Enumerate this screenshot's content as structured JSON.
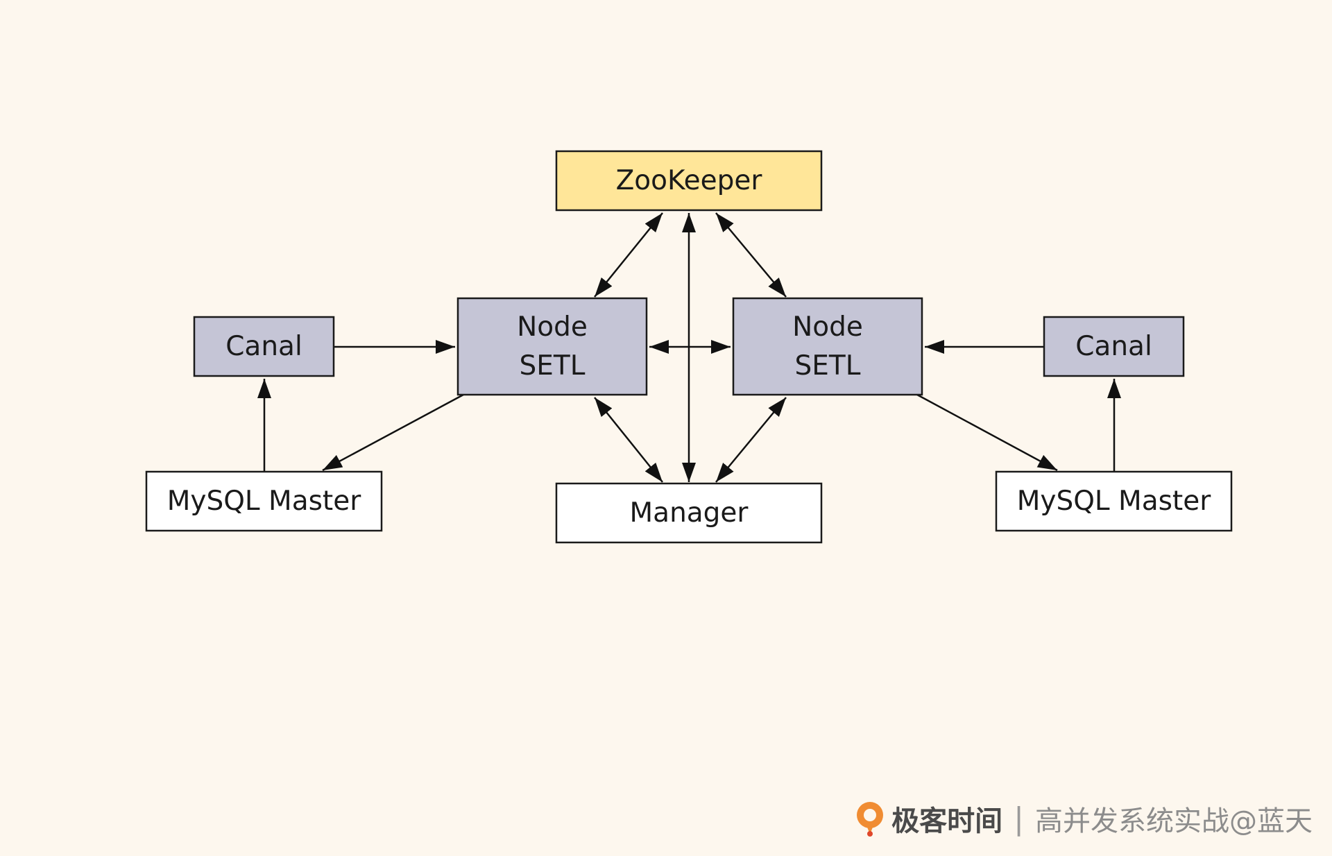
{
  "colors": {
    "background": "#fdf7ee",
    "zookeeper_fill": "#ffe699",
    "node_fill": "#c5c5d6",
    "plain_fill": "#ffffff",
    "stroke": "#1a1a1a",
    "logo_orange": "#f08c32"
  },
  "nodes": [
    {
      "id": "zookeeper",
      "lines": [
        "ZooKeeper"
      ],
      "fill": "#ffe699"
    },
    {
      "id": "node-setl-left",
      "lines": [
        "Node",
        "SETL"
      ],
      "fill": "#c5c5d6"
    },
    {
      "id": "node-setl-right",
      "lines": [
        "Node",
        "SETL"
      ],
      "fill": "#c5c5d6"
    },
    {
      "id": "canal-left",
      "lines": [
        "Canal"
      ],
      "fill": "#c5c5d6"
    },
    {
      "id": "canal-right",
      "lines": [
        "Canal"
      ],
      "fill": "#c5c5d6"
    },
    {
      "id": "mysql-master-left",
      "lines": [
        "MySQL Master"
      ],
      "fill": "#ffffff"
    },
    {
      "id": "mysql-master-right",
      "lines": [
        "MySQL Master"
      ],
      "fill": "#ffffff"
    },
    {
      "id": "manager",
      "lines": [
        "Manager"
      ],
      "fill": "#ffffff"
    }
  ],
  "edges": [
    {
      "from": "canal-left",
      "to": "node-setl-left",
      "direction": "forward"
    },
    {
      "from": "canal-right",
      "to": "node-setl-right",
      "direction": "forward"
    },
    {
      "from": "mysql-master-left",
      "to": "canal-left",
      "direction": "forward"
    },
    {
      "from": "mysql-master-right",
      "to": "canal-right",
      "direction": "forward"
    },
    {
      "from": "node-setl-left",
      "to": "mysql-master-left",
      "direction": "forward"
    },
    {
      "from": "node-setl-right",
      "to": "mysql-master-right",
      "direction": "forward"
    },
    {
      "from": "node-setl-left",
      "to": "node-setl-right",
      "direction": "both"
    },
    {
      "from": "zookeeper",
      "to": "node-setl-left",
      "direction": "both"
    },
    {
      "from": "zookeeper",
      "to": "node-setl-right",
      "direction": "both"
    },
    {
      "from": "zookeeper",
      "to": "manager",
      "direction": "both"
    },
    {
      "from": "node-setl-left",
      "to": "manager",
      "direction": "both"
    },
    {
      "from": "node-setl-right",
      "to": "manager",
      "direction": "both"
    }
  ],
  "watermark": {
    "brand": "极客时间",
    "separator": "|",
    "text": "高并发系统实战@蓝天",
    "logo_icon": "geektime-logo-icon"
  }
}
